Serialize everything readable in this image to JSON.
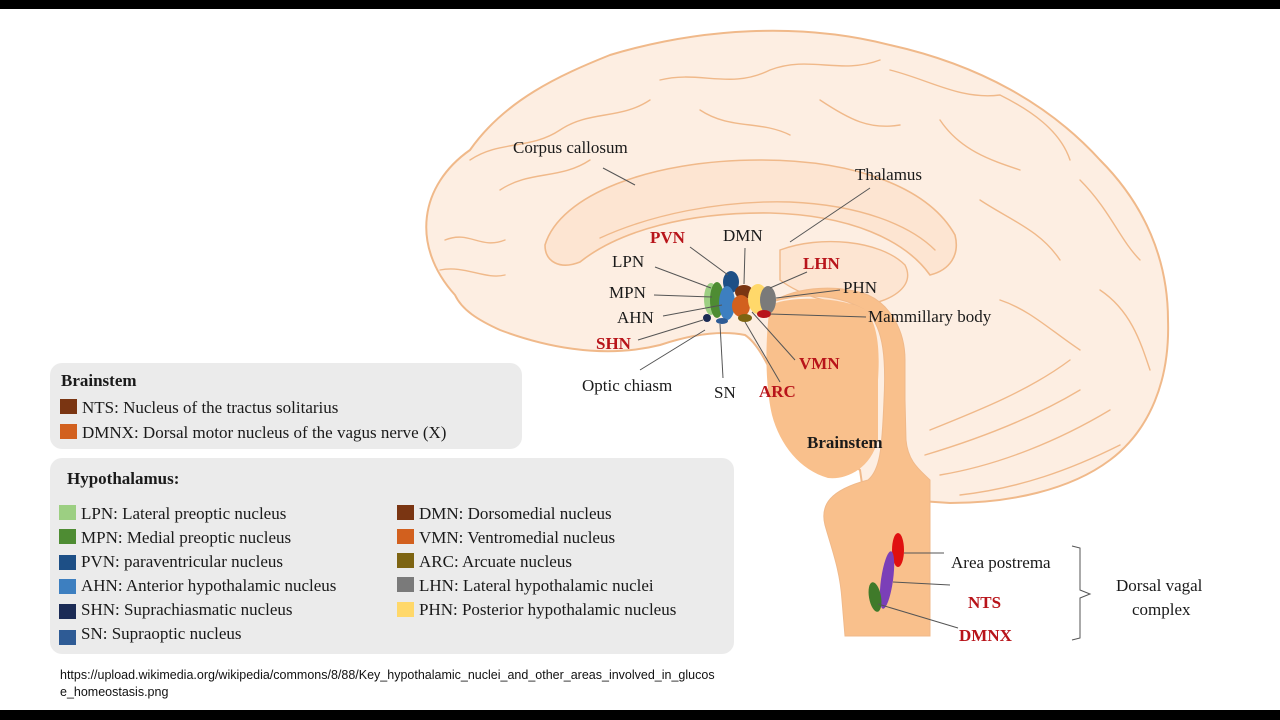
{
  "labels": {
    "corpus_callosum": "Corpus callosum",
    "thalamus": "Thalamus",
    "dmn": "DMN",
    "pvn": "PVN",
    "lpn": "LPN",
    "lhn": "LHN",
    "mpn": "MPN",
    "phn": "PHN",
    "ahn": "AHN",
    "mammillary_body": "Mammillary body",
    "shn": "SHN",
    "vmn": "VMN",
    "optic_chiasm": "Optic chiasm",
    "sn": "SN",
    "arc": "ARC",
    "brainstem": "Brainstem",
    "area_postrema": "Area postrema",
    "nts": "NTS",
    "dmnx": "DMNX",
    "dorsal_vagal_complex_line1": "Dorsal vagal",
    "dorsal_vagal_complex_line2": "complex"
  },
  "legend_brainstem": {
    "title": "Brainstem",
    "items": [
      {
        "text": "NTS: Nucleus of the tractus solitarius",
        "color": "#7a3512"
      },
      {
        "text": "DMNX: Dorsal motor nucleus of the vagus nerve (X)",
        "color": "#d2601e"
      }
    ]
  },
  "legend_hypothalamus": {
    "title": "Hypothalamus:",
    "left_items": [
      {
        "text": "LPN: Lateral preoptic nucleus",
        "color": "#9ccf82"
      },
      {
        "text": "MPN: Medial preoptic nucleus",
        "color": "#4e8c33"
      },
      {
        "text": "PVN: paraventricular nucleus",
        "color": "#1d4f86"
      },
      {
        "text": "AHN: Anterior hypothalamic nucleus",
        "color": "#3d7fc0"
      },
      {
        "text": "SHN: Suprachiasmatic nucleus",
        "color": "#1b2b55"
      },
      {
        "text": "SN: Supraoptic nucleus",
        "color": "#2e5b95"
      }
    ],
    "right_items": [
      {
        "text": "DMN: Dorsomedial nucleus",
        "color": "#7a3512"
      },
      {
        "text": "VMN: Ventromedial nucleus",
        "color": "#d2601e"
      },
      {
        "text": "ARC: Arcuate nucleus",
        "color": "#7d6412"
      },
      {
        "text": "LHN: Lateral hypothalamic nuclei",
        "color": "#7a7a7a"
      },
      {
        "text": "PHN: Posterior hypothalamic nucleus",
        "color": "#ffd86a"
      }
    ]
  },
  "source": {
    "url": "https://upload.wikimedia.org/wikipedia/commons/8/88/Key_hypothalamic_nuclei_and_other_areas_involved_in_glucose_homeostasis.png"
  },
  "colors": {
    "brain_fill": "#fdeee2",
    "brain_outline": "#f0b98a",
    "brainstem_fill": "#f9c08c",
    "highlight_red": "#b8141a",
    "area_postrema": "#e01010",
    "nts_nucleus": "#7b3fb8",
    "dmnx_nucleus": "#3f7a2a"
  }
}
